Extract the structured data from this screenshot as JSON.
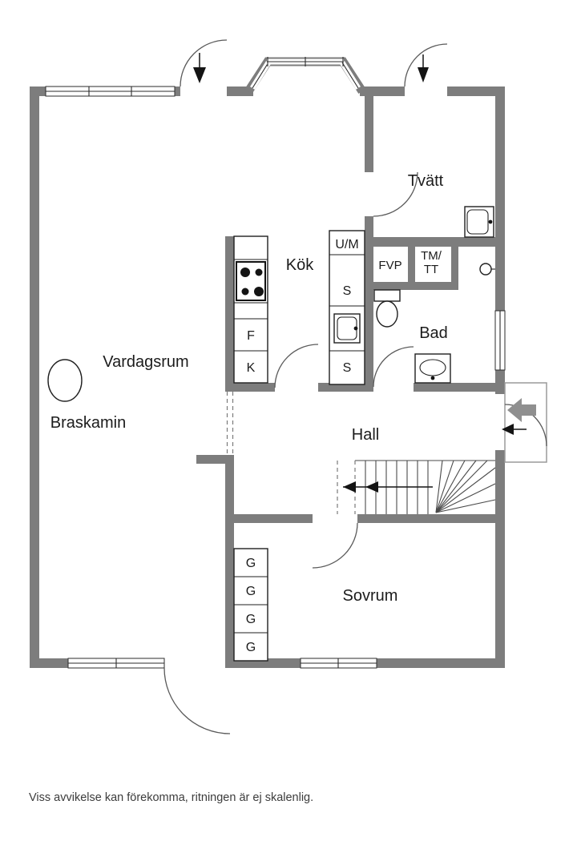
{
  "floor_plan": {
    "rooms": {
      "vardagsrum": "Vardagsrum",
      "kok": "Kök",
      "tvatt": "Tvätt",
      "bad": "Bad",
      "hall": "Hall",
      "sovrum": "Sovrum"
    },
    "fixtures": {
      "braskamin": "Braskamin",
      "um": "U/M",
      "fvp": "FVP",
      "tm_line1": "TM/",
      "tm_line2": "TT"
    },
    "cabinet_letters": {
      "s": [
        "S",
        "S"
      ],
      "f": "F",
      "k": "K",
      "g": [
        "G",
        "G",
        "G",
        "G"
      ]
    },
    "icons": {
      "entrance_arrows": "down-arrow at two top entrances, left-arrow at right entrance",
      "stair_direction": "double left-arrow"
    },
    "colors": {
      "wall": "#7d7d7d",
      "line": "#1f1f1f",
      "arc": "#5a5a5a",
      "text": "#1c1c1c",
      "entry_arrow": "#8f8f8f",
      "background": "#ffffff"
    },
    "footer": "Viss avvikelse kan förekomma, ritningen är ej skalenlig."
  }
}
